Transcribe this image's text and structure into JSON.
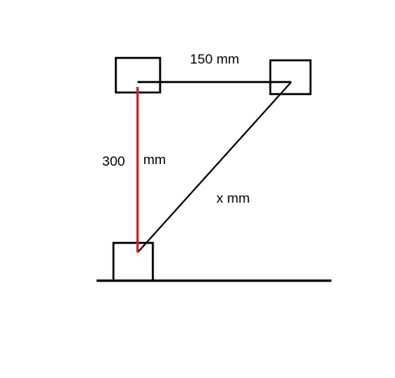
{
  "diagram": {
    "labels": {
      "top_distance": "150 mm",
      "vertical_value": "300",
      "vertical_unit": "mm",
      "diagonal": "x mm"
    },
    "colors": {
      "stroke": "#000000",
      "vertical_line": "#c8232c",
      "background": "#ffffff"
    }
  }
}
